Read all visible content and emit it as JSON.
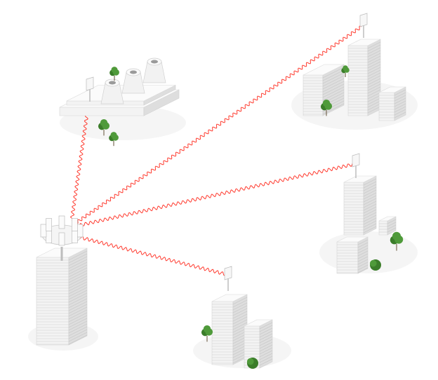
{
  "colors": {
    "background": "#ffffff",
    "link": "#ff3b2f",
    "building_front": "#f3f3f3",
    "building_side": "#dedede",
    "building_top": "#fbfbfb",
    "building_stripe": "#cfcfcf",
    "tree": "#4f9a3a",
    "tree_dark": "#3b7d2a",
    "shadow": "#eeeeee"
  },
  "sites": [
    {
      "name": "hub-tower"
    },
    {
      "name": "factory"
    },
    {
      "name": "top-right-cluster"
    },
    {
      "name": "right-cluster"
    },
    {
      "name": "bottom-cluster"
    }
  ]
}
